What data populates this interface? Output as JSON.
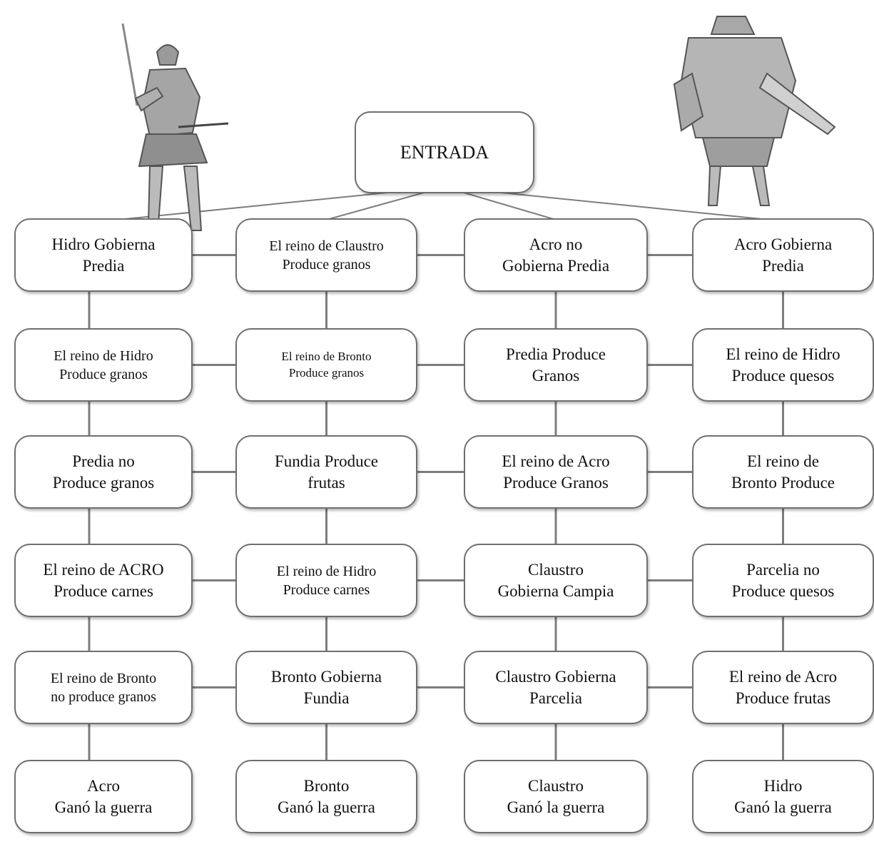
{
  "entry": "ENTRADA",
  "colors": {
    "border": "#6f6f6f",
    "line": "#7d7d7d",
    "text": "#111111"
  },
  "icons": {
    "left": "samurai-warrior-icon",
    "right": "armored-knight-icon"
  },
  "rows": [
    [
      "Hidro Gobierna\nPredia",
      "El reino de Claustro\nProduce granos",
      "Acro    no\nGobierna  Predia",
      "Acro    Gobierna\nPredia"
    ],
    [
      "El reino de Hidro\nProduce granos",
      "El reino de Bronto\nProduce granos",
      "Predia Produce\nGranos",
      "El reino de  Hidro\nProduce quesos"
    ],
    [
      "Predia no\nProduce  granos",
      "Fundia   Produce\nfrutas",
      "El reino de Acro\nProduce Granos",
      "El       reino       de\nBronto     Produce"
    ],
    [
      "El reino de ACRO\nProduce carnes",
      "El reino de Hidro\nProduce carnes",
      "Claustro\nGobierna Campia",
      "Parcelia no\nProduce quesos"
    ],
    [
      "El reino de Bronto\nno produce granos",
      "Bronto Gobierna\nFundia",
      "Claustro Gobierna\nParcelia",
      "El reino de Acro\nProduce frutas"
    ],
    [
      "Acro\nGanó la guerra",
      "Bronto\nGanó la guerra",
      "Claustro\nGanó la guerra",
      "Hidro\nGanó la guerra"
    ]
  ]
}
